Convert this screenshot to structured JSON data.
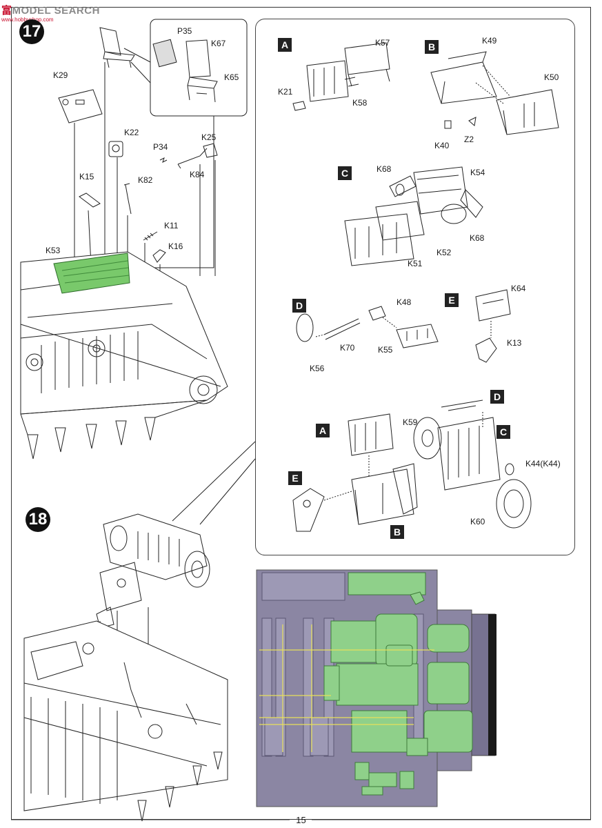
{
  "watermark": {
    "brand_cn": "富",
    "brand": "MODEL SEARCH",
    "url": "www.hobbyshop.com"
  },
  "page_number": "15",
  "steps": [
    "17",
    "18"
  ],
  "step17_labels": [
    "K29",
    "K22",
    "P34",
    "K25",
    "K84",
    "K15",
    "K82",
    "K11",
    "K16",
    "K53"
  ],
  "inset_labels": [
    "P35",
    "K67",
    "K65"
  ],
  "sub_A": {
    "tag": "A",
    "labels": [
      "K57",
      "K21",
      "K58"
    ]
  },
  "sub_B": {
    "tag": "B",
    "labels": [
      "K49",
      "K50",
      "K40",
      "Z2"
    ]
  },
  "sub_C": {
    "tag": "C",
    "labels": [
      "K68",
      "K54",
      "K68",
      "K52",
      "K51"
    ]
  },
  "sub_D": {
    "tag": "D",
    "labels": [
      "K48",
      "K70",
      "K56",
      "K55"
    ]
  },
  "sub_E": {
    "tag": "E",
    "labels": [
      "K64",
      "K13"
    ]
  },
  "final_assembly": {
    "tags": [
      "A",
      "D",
      "C",
      "E",
      "B"
    ],
    "labels": [
      "K59",
      "K44(K44)",
      "K60"
    ]
  },
  "colors": {
    "highlight_green": "#79c96b",
    "render_purple": "#8b86a3",
    "render_green": "#8fd08a",
    "guide_yellow": "#e8e05a"
  }
}
